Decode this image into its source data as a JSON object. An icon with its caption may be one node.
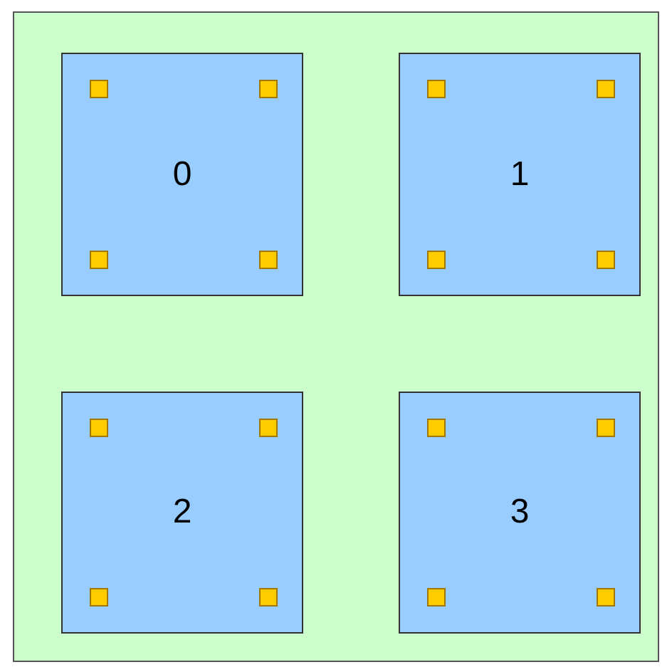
{
  "diagram": {
    "nodes": [
      {
        "text": [],
        "shape": "box"
      },
      {
        "text": [
          "0"
        ],
        "in": 0
      },
      {
        "text": [
          "1"
        ],
        "in": 0
      },
      {
        "text": [
          "2"
        ],
        "in": 0
      },
      {
        "text": [
          "3"
        ],
        "in": 0
      }
    ],
    "edges": []
  }
}
